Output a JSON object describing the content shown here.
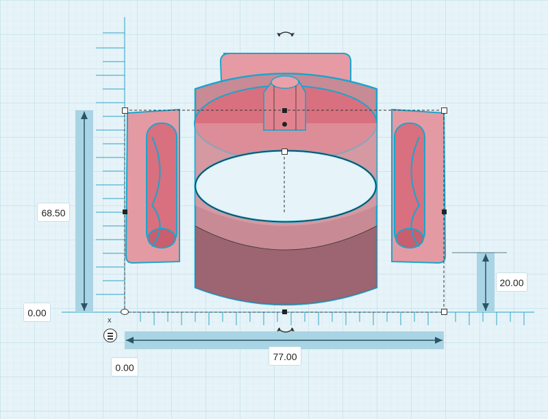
{
  "dimensions": {
    "height": "68.50",
    "width": "77.00",
    "elevation": "20.00",
    "origin_y": "0.00",
    "origin_x": "0.00"
  },
  "labels": {
    "axis_x": "x"
  },
  "icons": {
    "rotate_top": "rotate-arrow-icon",
    "rotate_bottom": "rotate-arrow-icon",
    "workplane_menu": "menu-icon"
  },
  "colors": {
    "shape_fill": "#e58a92",
    "shape_dark": "#9c5b66",
    "outline": "#1aa5cc",
    "grid_minor": "#cfe5ee",
    "grid_major": "#b3d6e3",
    "dimension_bar": "#a9d4e4",
    "background": "#e6f3f8"
  }
}
